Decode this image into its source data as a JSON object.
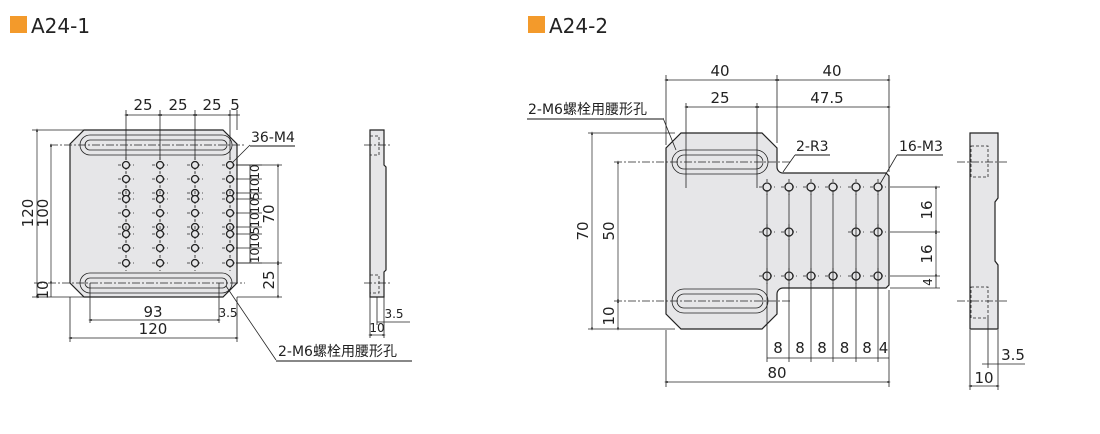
{
  "accent_color": "#f39a2b",
  "drawings": [
    {
      "title": "A24-1",
      "dims_top": [
        "25",
        "25",
        "25",
        "5"
      ],
      "dims_left": [
        "120",
        "100",
        "10"
      ],
      "dims_right_small": [
        "10",
        "10",
        "5",
        "10",
        "10",
        "5",
        "10",
        "10"
      ],
      "dims_right": [
        "70",
        "25"
      ],
      "dims_bottom": [
        "93",
        "120",
        "3.5"
      ],
      "callout_holes": "36-M4",
      "callout_slots": "2-M6螺栓用腰形孔",
      "side_dims": [
        "3.5",
        "10"
      ]
    },
    {
      "title": "A24-2",
      "dims_top": [
        "40",
        "40",
        "25",
        "47.5"
      ],
      "dims_left": [
        "70",
        "50",
        "10"
      ],
      "dims_right": [
        "16",
        "16",
        "4"
      ],
      "dims_bottom": [
        "8",
        "8",
        "8",
        "8",
        "8",
        "4",
        "80"
      ],
      "callout_slots": "2-M6螺栓用腰形孔",
      "callout_radius": "2-R3",
      "callout_holes": "16-M3",
      "side_dims": [
        "3.5",
        "10"
      ]
    }
  ]
}
